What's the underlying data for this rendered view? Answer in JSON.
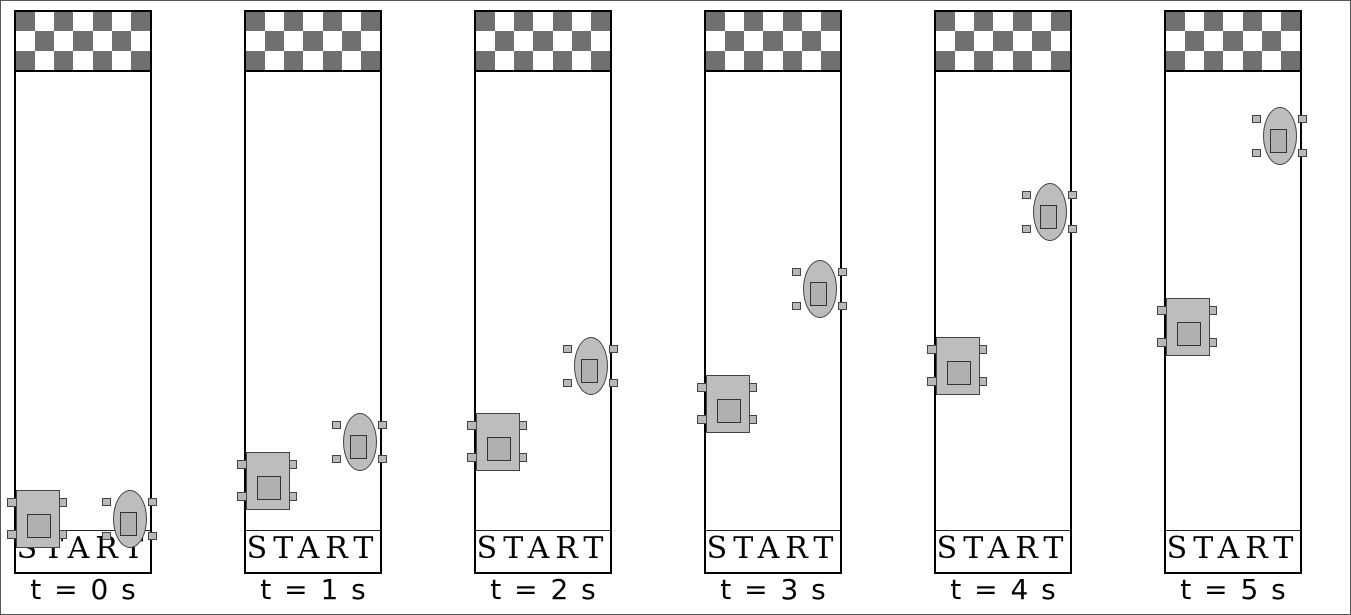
{
  "start_label": "START",
  "panels": [
    {
      "time_label": "t = 0 s"
    },
    {
      "time_label": "t = 1 s"
    },
    {
      "time_label": "t = 2 s"
    },
    {
      "time_label": "t = 3 s"
    },
    {
      "time_label": "t = 4 s"
    },
    {
      "time_label": "t = 5 s"
    }
  ],
  "colors": {
    "checker_dark": "#707070",
    "car_fill": "#bdbdbd",
    "outline": "#000000"
  }
}
